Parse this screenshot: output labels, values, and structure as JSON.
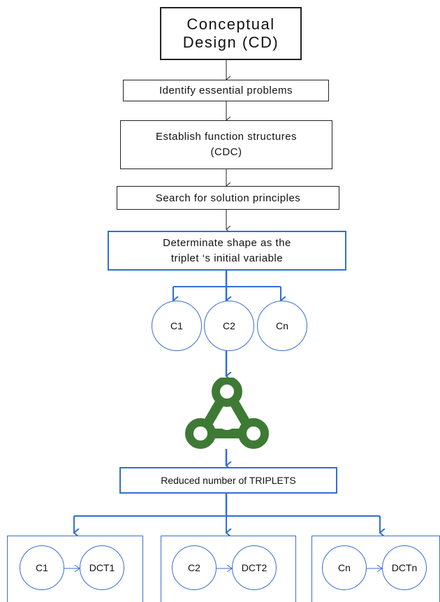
{
  "title": {
    "line1": "Conceptual",
    "line2": "Design (CD)"
  },
  "steps": [
    {
      "text": "Identify essential problems"
    },
    {
      "line1": "Establish function structures",
      "line2": "(CDC)"
    },
    {
      "text": "Search for solution principles"
    }
  ],
  "determinate": {
    "line1": "Determinate  shape as the",
    "line2": "triplet ‘s initial variable"
  },
  "circles": [
    "C1",
    "C2",
    "Cn"
  ],
  "triplet_logo": {
    "icon": "triplet-trefoil-icon",
    "color": "#3e7a35"
  },
  "reduced": {
    "text": "Reduced number of TRIPLETS"
  },
  "groups": [
    {
      "from": "C1",
      "to": "DCT1"
    },
    {
      "from": "C2",
      "to": "DCT2"
    },
    {
      "from": "Cn",
      "to": "DCTn"
    }
  ],
  "colors": {
    "blue_accent": "#2f6fd6",
    "green_logo": "#3e7a35",
    "border_black": "#222222"
  }
}
